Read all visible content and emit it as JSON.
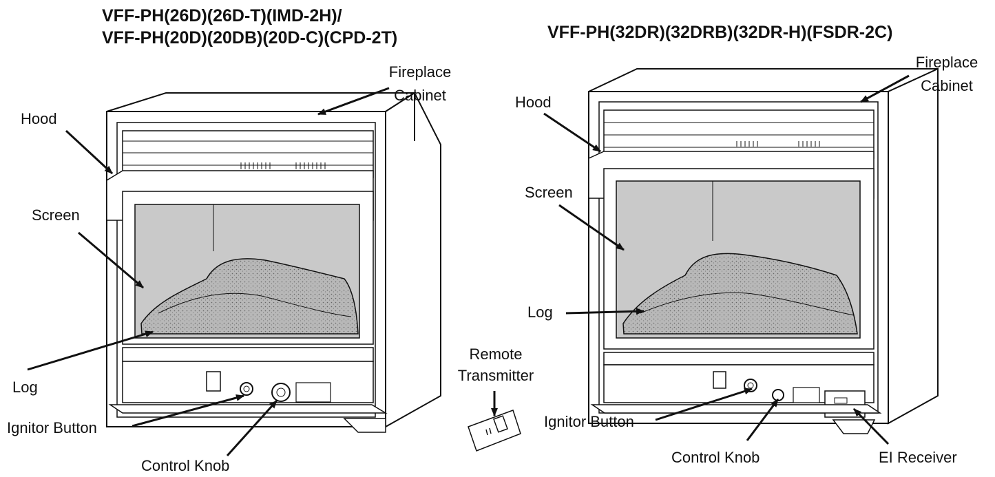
{
  "left_unit": {
    "title_line1": "VFF-PH(26D)(26D-T)(IMD-2H)/",
    "title_line2": "VFF-PH(20D)(20DB)(20D-C)(CPD-2T)",
    "fireplace_line1": "Fireplace",
    "fireplace_line2": "Cabinet",
    "hood": "Hood",
    "screen": "Screen",
    "log": "Log",
    "ignitor": "Ignitor Button",
    "control_knob": "Control Knob"
  },
  "remote": {
    "line1": "Remote",
    "line2": "Transmitter"
  },
  "right_unit": {
    "title": "VFF-PH(32DR)(32DRB)(32DR-H)(FSDR-2C)",
    "fireplace_line1": "Fireplace",
    "fireplace_line2": "Cabinet",
    "hood": "Hood",
    "screen": "Screen",
    "log": "Log",
    "ignitor": "Ignitor Button",
    "control_knob": "Control Knob",
    "receiver": "EI Receiver"
  },
  "colors": {
    "line": "#111111",
    "screen_fill": "#c9c9c9",
    "log_fill": "#b4b4b4"
  }
}
